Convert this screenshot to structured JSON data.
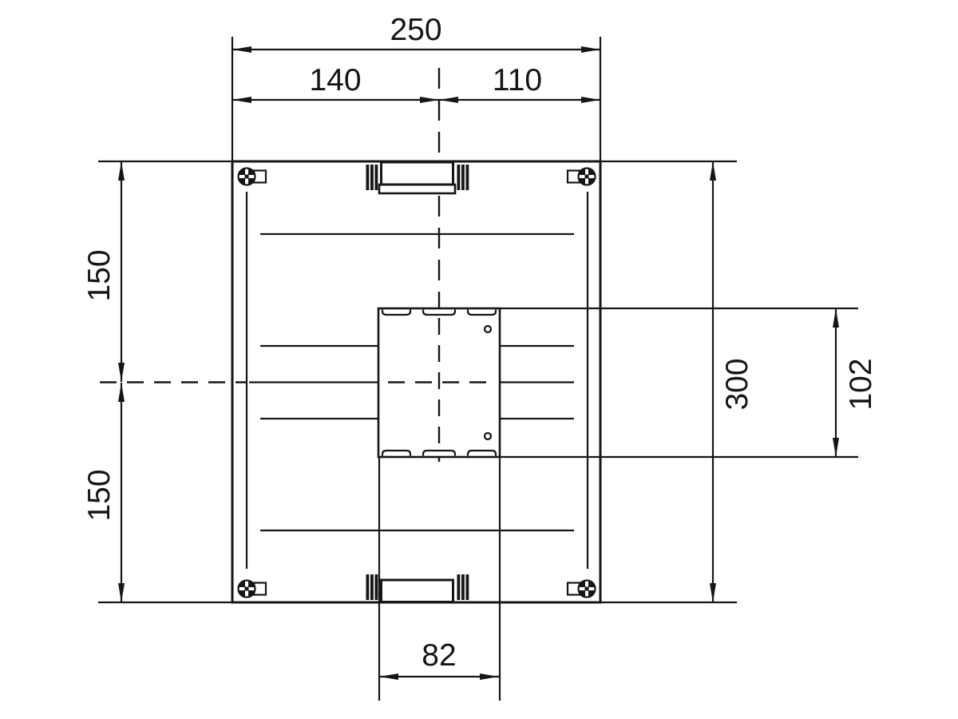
{
  "drawing": {
    "title": "mounting-plate-dimension-drawing",
    "colors": {
      "line": "#161616",
      "background": "#ffffff"
    },
    "dims": {
      "overall_width": "250",
      "left_to_center": "140",
      "center_to_right": "110",
      "top_to_center": "150",
      "center_to_bottom": "150",
      "overall_height": "300",
      "cutout_height": "102",
      "cutout_width": "82"
    }
  }
}
